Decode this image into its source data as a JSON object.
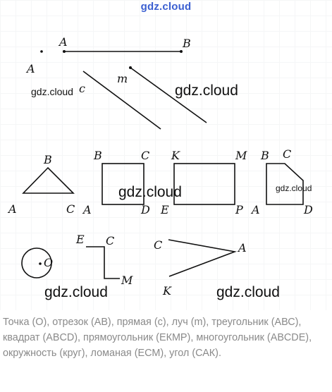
{
  "header": {
    "site_title": "gdz.cloud"
  },
  "watermarks": {
    "w1": "gdz.cloud",
    "w2": "gdz.cloud",
    "w3": "gdz.cloud",
    "w4": "gdz.cloud",
    "w5": "gdz.cloud",
    "w6": "gdz.cloud"
  },
  "figures": {
    "point": {
      "label": "A"
    },
    "segment": {
      "start": "A",
      "end": "B"
    },
    "line": {
      "label": "c"
    },
    "ray": {
      "label": "m"
    },
    "triangle": {
      "top": "B",
      "left": "A",
      "right": "C"
    },
    "square": {
      "tl": "B",
      "tr": "C",
      "bl": "A",
      "br": "D"
    },
    "rectangle": {
      "tl": "K",
      "tr": "M",
      "bl": "E",
      "br": "P"
    },
    "polygon": {
      "tl": "B",
      "tr": "C",
      "bl": "A",
      "br": "D"
    },
    "circle": {
      "label": "O"
    },
    "polyline": {
      "start": "E",
      "corner": "C",
      "end": "M"
    },
    "angle": {
      "upper": "C",
      "vertex": "A",
      "lower": "K"
    }
  },
  "caption": {
    "text": "Точка (О), отрезок (АВ), прямая (с), луч (m), треугольник (АВС), квадрат (ABCD), прямоугольник (ЕКМР), многоугольник (ABCDE), окружность (круг), ломаная (ЕСМ), угол (САК)."
  },
  "colors": {
    "site_title": "#3b5fd1",
    "caption": "#8a8a8a",
    "ink": "#111111"
  }
}
